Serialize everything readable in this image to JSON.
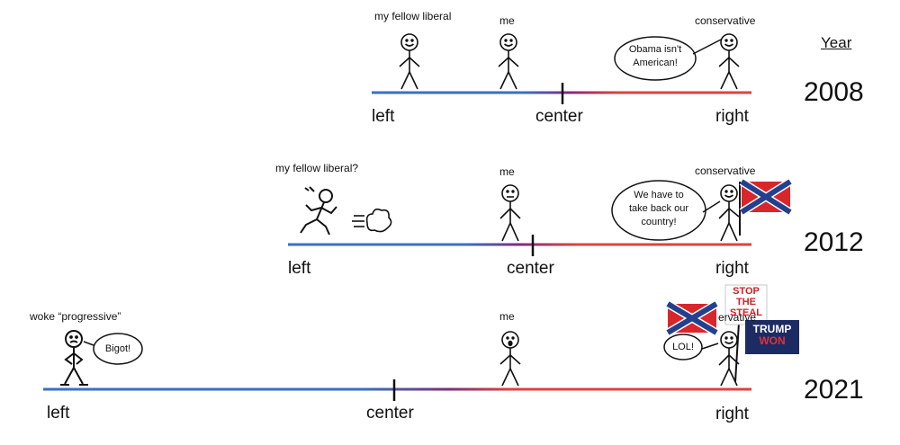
{
  "header": {
    "year_heading": "Year"
  },
  "rows": [
    {
      "year": "2008",
      "axis": {
        "left": "left",
        "center": "center",
        "right": "right"
      },
      "figures": {
        "liberal": "my fellow liberal",
        "me": "me",
        "conservative": "conservative"
      },
      "speech": [
        "Obama isn't",
        "American!"
      ]
    },
    {
      "year": "2012",
      "axis": {
        "left": "left",
        "center": "center",
        "right": "right"
      },
      "figures": {
        "liberal": "my fellow liberal?",
        "me": "me",
        "conservative": "conservative"
      },
      "speech": [
        "We have to",
        "take back our",
        "country!"
      ]
    },
    {
      "year": "2021",
      "axis": {
        "left": "left",
        "center": "center",
        "right": "right"
      },
      "figures": {
        "progressive": "woke “progressive”",
        "me": "me",
        "conservative": "ervative"
      },
      "speech_progressive": "Bigot!",
      "speech_conservative": "LOL!",
      "signs": {
        "stop_steal": [
          "STOP",
          "THE",
          "STEAL"
        ],
        "trump_won": [
          "TRUMP",
          "WON"
        ]
      }
    }
  ],
  "colors": {
    "left": "#3a6fc4",
    "mid": "#7a2f7a",
    "right": "#e04040"
  }
}
